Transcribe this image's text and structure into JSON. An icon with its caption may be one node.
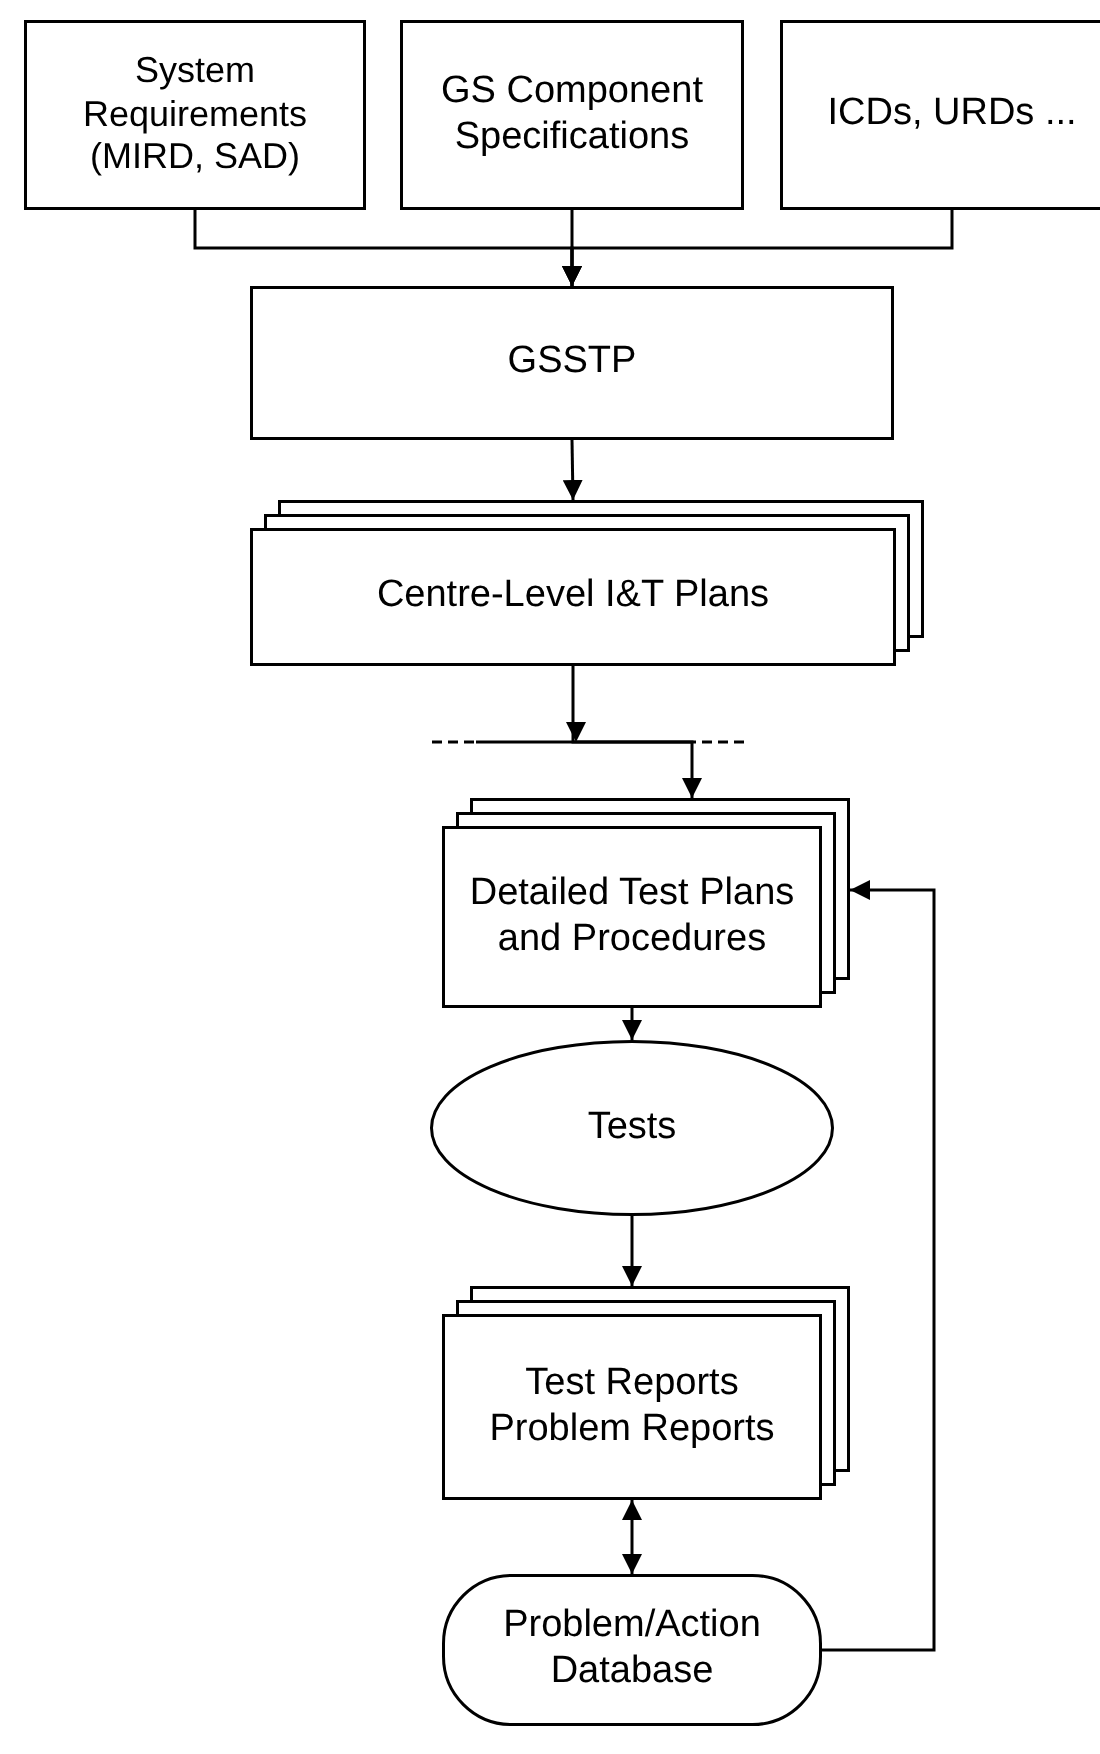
{
  "diagram": {
    "nodes": [
      {
        "text": [
          "System Requirements (MIRD, SAD)"
        ]
      },
      {
        "text": [
          "GS Component Specifications"
        ]
      },
      {
        "text": [
          "ICDs, URDs ..."
        ]
      },
      {
        "text": [
          "GSSTP"
        ]
      },
      {
        "text": [
          "Centre-Level I&T Plans"
        ]
      },
      {
        "text": [
          "Detailed Test Plans and Procedures"
        ]
      },
      {
        "text": [
          "Tests"
        ]
      },
      {
        "text": [
          "Test Reports Problem Reports"
        ]
      },
      {
        "text": [
          "Problem/Action Database"
        ]
      }
    ],
    "edges": [
      {
        "from": 0,
        "to": 3,
        "arrow": "to"
      },
      {
        "from": 1,
        "to": 3,
        "arrow": "to"
      },
      {
        "from": 2,
        "to": 3,
        "arrow": "to"
      },
      {
        "from": 3,
        "to": 4,
        "arrow": "to"
      },
      {
        "from": 4,
        "to": 5,
        "arrow": "to"
      },
      {
        "from": 5,
        "to": 6,
        "arrow": "to"
      },
      {
        "from": 6,
        "to": 7,
        "arrow": "to"
      },
      {
        "from": 7,
        "to": 8,
        "arrow": "both"
      },
      {
        "from": 8,
        "to": 5,
        "arrow": "to"
      }
    ]
  }
}
